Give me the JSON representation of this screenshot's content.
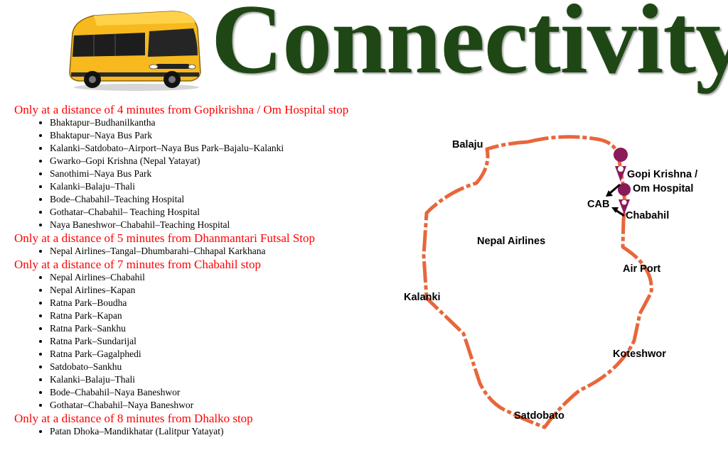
{
  "header": {
    "title": "Connectivity",
    "title_color": "#1f4715",
    "icon": "bus-icon",
    "bus_color": "#f7b91e"
  },
  "heading_color": "#ff0000",
  "sections": [
    {
      "heading": "Only at a distance of 4 minutes from Gopikrishna / Om Hospital stop",
      "routes": [
        "Bhaktapur–Budhanilkantha",
        "Bhaktapur–Naya Bus Park",
        "Kalanki–Satdobato–Airport–Naya Bus Park–Bajalu–Kalanki",
        "Gwarko–Gopi Krishna (Nepal Yatayat)",
        "Sanothimi–Naya Bus Park",
        "Kalanki–Balaju–Thali",
        "Bode–Chabahil–Teaching Hospital",
        "Gothatar–Chabahil– Teaching Hospital",
        "Naya Baneshwor–Chabahil–Teaching Hospital"
      ]
    },
    {
      "heading": "Only at a distance of 5 minutes from Dhanmantari Futsal Stop",
      "routes": [
        "Nepal Airlines–Tangal–Dhumbarahi–Chhapal Karkhana"
      ]
    },
    {
      "heading": "Only at a distance of 7 minutes from Chabahil stop",
      "routes": [
        "Nepal Airlines–Chabahil",
        "Nepal Airlines–Kapan",
        "Ratna Park–Boudha",
        "Ratna Park–Kapan",
        "Ratna Park–Sankhu",
        "Ratna Park–Sundarijal",
        "Ratna Park–Gagalphedi",
        "Satdobato–Sankhu",
        "Kalanki–Balaju–Thali",
        "Bode–Chabahil–Naya Baneshwor",
        "Gothatar–Chabahil–Naya Baneshwor"
      ]
    },
    {
      "heading": "Only at a distance of 8 minutes from Dhalko stop",
      "routes": [
        "Patan Dhoka–Mandikhatar (Lalitpur Yatayat)"
      ]
    }
  ],
  "map": {
    "ring_color": "#e8663a",
    "pin_color": "#8b1a5a",
    "pin_icon": "map-pin-icon",
    "labels": {
      "balaju": "Balaju",
      "gopi_krishna_line1": "Gopi Krishna /",
      "gopi_krishna_line2": "Om Hospital",
      "cab": "CAB",
      "chabahil": "Chabahil",
      "nepal_airlines": "Nepal Airlines",
      "air_port": "Air Port",
      "kalanki": "Kalanki",
      "koteshwor": "Koteshwor",
      "satdobato": "Satdobato"
    }
  }
}
